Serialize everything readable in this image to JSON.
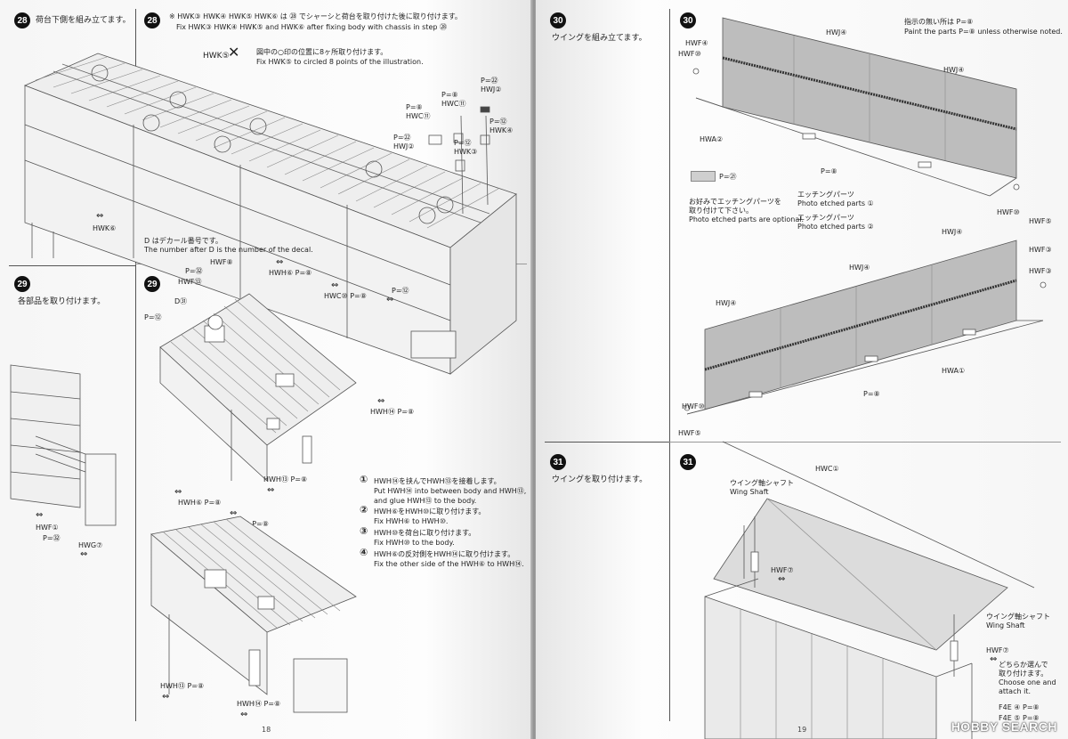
{
  "pages": {
    "left_number": "18",
    "right_number": "19"
  },
  "step28": {
    "num": "28",
    "title_jp": "荷台下側を組み立てます。",
    "note_jp": "※ HWK③ HWK④ HWK⑤ HWK⑥ は ㉘ でシャーシと荷台を取り付けた後に取り付けます。",
    "note_en": "Fix HWK③ HWK④ HWK⑤ and HWK⑥ after fixing body with chassis in step ㉘",
    "circle_jp": "図中の○印の位置に8ヶ所取り付けます。",
    "circle_en": "Fix HWK⑤ to circled 8 points of the illustration.",
    "hwk5_label": "HWK⑤",
    "labels": {
      "p22": "P=㉒",
      "hwj2_a": "HWJ②",
      "p8": "P=⑧",
      "hwc11_a": "HWC⑪",
      "hwc11_b": "HWC⑪",
      "p12_a": "P=⑫",
      "hwk4": "HWK④",
      "p22_b": "P=㉒",
      "hwj2_b": "HWJ②",
      "p12_b": "P=⑫",
      "hwk3": "HWK③",
      "hwk6": "HWK⑥",
      "p12_c": "P=⑫"
    }
  },
  "decal_note": {
    "jp": "D はデカール番号です。",
    "en": "The number after D is the number of the decal."
  },
  "step29": {
    "num": "29",
    "title_jp": "各部品を取り付けます。",
    "labels": {
      "p12": "P=⑫",
      "hwf1": "HWF①",
      "p32_a": "P=㉜",
      "hwg7": "HWG⑦",
      "p32_b": "P=㉜",
      "hwf13": "HWF⑬",
      "d31": "D㉛",
      "p12_b": "P=⑫",
      "hwf8": "HWF⑧",
      "hwh6_a": "HWH⑥ P=⑧",
      "hwc10": "HWC⑩ P=⑧",
      "hwh14": "HWH⑭ P=⑧",
      "hwh13_a": "HWH⑬ P=⑧",
      "hwh6_b": "HWH⑥ P=⑧",
      "hwc10_b": "HWC⑩ P=⑧",
      "hwh13_b": "HWH⑬ P=⑧",
      "hwh14_b": "HWH⑭ P=⑧"
    },
    "sub_steps": [
      {
        "n": "①",
        "jp": "HWH⑭を挟んでHWH⑬を接着します。",
        "en1": "Put HWH⑭ into between body and HWH⑬,",
        "en2": "and glue HWH⑬ to the body."
      },
      {
        "n": "②",
        "jp": "HWH⑥をHWH⑩に取り付けます。",
        "en1": "Fix HWH⑥ to HWH⑩.",
        "en2": ""
      },
      {
        "n": "③",
        "jp": "HWH⑩を荷台に取り付けます。",
        "en1": "Fix HWH⑩ to the body.",
        "en2": ""
      },
      {
        "n": "④",
        "jp": "HWH⑥の反対側をHWH⑭に取り付けます。",
        "en1": "Fix the other side of the HWH⑥ to HWH⑭.",
        "en2": ""
      }
    ]
  },
  "step30": {
    "num": "30",
    "title_jp": "ウイングを組み立てます。",
    "paint_jp": "指示の無い所は P=⑧",
    "paint_en": "Paint the parts P=⑧ unless otherwise noted.",
    "etch_jp1": "お好みでエッチングパーツを",
    "etch_jp2": "取り付けて下さい。",
    "etch_en": "Photo etched parts are optional.",
    "p21": "P=㉑",
    "etched1_jp": "エッチングパーツ",
    "etched1_en": "Photo etched parts ①",
    "etched2_jp": "エッチングパーツ",
    "etched2_en": "Photo etched parts ②",
    "labels": {
      "hwf4_a": "HWF④",
      "hwf10_a": "HWF⑩",
      "hwj4_a": "HWJ④",
      "hwj4_b": "HWJ④",
      "hwa2": "HWA②",
      "p8_a": "P=⑧",
      "hwf10_b": "HWF⑩",
      "hwf5_a": "HWF⑤",
      "hwj4_c": "HWJ④",
      "hwj4_d": "HWJ④",
      "hwj4_e": "HWJ④",
      "hwf3": "HWF③",
      "hwf3_b": "HWF③",
      "hwa1": "HWA①",
      "p8_b": "P=⑧",
      "hwf10_c": "HWF⑩",
      "hwf5_b": "HWF⑤"
    }
  },
  "step31": {
    "num": "31",
    "title_jp": "ウイングを取り付けます。",
    "hwc1": "HWC①",
    "shaft1_jp": "ウイング軸シャフト",
    "shaft1_en": "Wing Shaft",
    "hwf7_a": "HWF⑦",
    "shaft2_jp": "ウイング軸シャフト",
    "shaft2_en": "Wing Shaft",
    "hwf7_b": "HWF⑦",
    "choose_jp1": "どちらか選んで",
    "choose_jp2": "取り付けます。",
    "choose_en1": "Choose one and",
    "choose_en2": "attach it.",
    "f4e4": "F4E ④ P=⑧",
    "f4e5": "F4E ⑤ P=⑧"
  },
  "logo": "HOBBY SEARCH"
}
